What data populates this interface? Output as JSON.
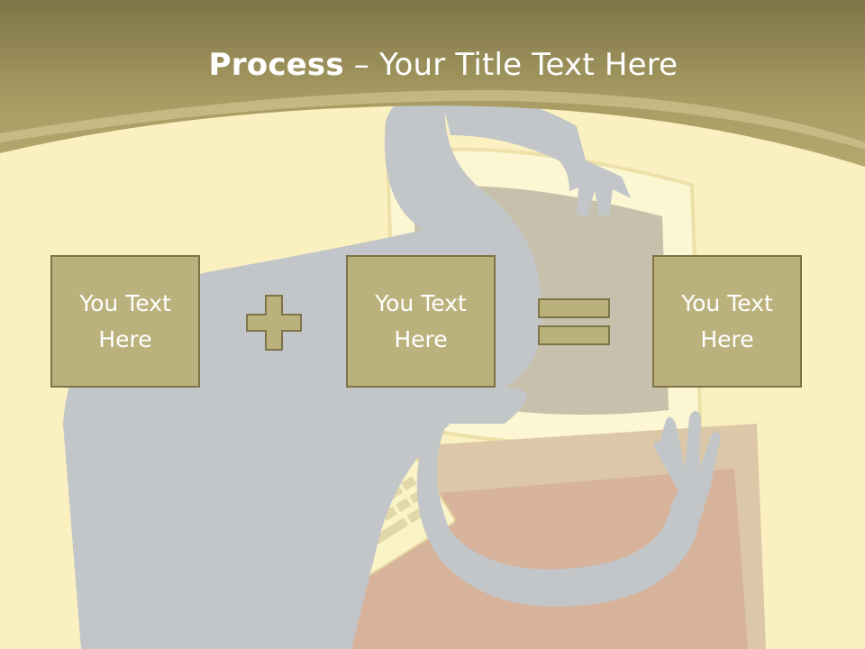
{
  "title": {
    "bold": "Process",
    "separator": " – ",
    "rest": "Your Title Text Here"
  },
  "boxes": [
    {
      "text": "You Text Here"
    },
    {
      "text": "You Text Here"
    },
    {
      "text": "You Text Here"
    }
  ],
  "operators": [
    {
      "icon": "plus-icon"
    },
    {
      "icon": "equals-icon"
    }
  ],
  "colors": {
    "background": "#fbf0c0",
    "header_band": "#b0a468",
    "box_fill": "#bbb17c",
    "box_border": "#7d7447",
    "text": "#ffffff"
  }
}
